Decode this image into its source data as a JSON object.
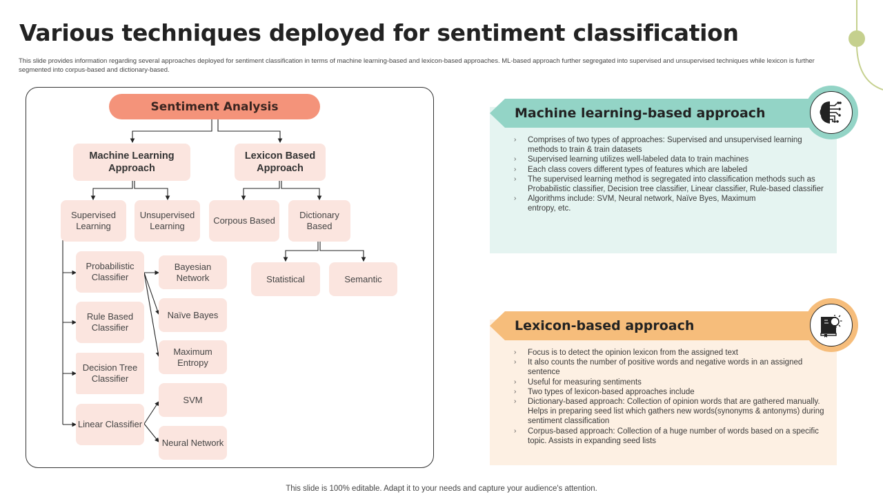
{
  "slide": {
    "title": "Various techniques deployed for sentiment classification",
    "subtitle": "This slide provides information regarding several approaches deployed for sentiment classification in terms of machine learning-based and lexicon-based approaches. ML-based approach further segregated into supervised and unsupervised techniques while lexicon is further segmented into  corpus-based and dictionary-based.",
    "footer": "This slide is 100% editable. Adapt it to your needs and capture your audience's attention."
  },
  "colors": {
    "root": "#f4937a",
    "node": "#fbe5df",
    "ml_accent": "#93d4c6",
    "ml_body": "#e5f4f1",
    "lexicon_accent": "#f6bd7b",
    "lexicon_body": "#fdf0e3",
    "decoration": "#c5d08e"
  },
  "diagram": {
    "root": "Sentiment Analysis",
    "ml_approach": "Machine Learning Approach",
    "lexicon_approach": "Lexicon Based Approach",
    "supervised": "Supervised Learning",
    "unsupervised": "Unsupervised Learning",
    "corpus": "Corpous Based",
    "dictionary": "Dictionary Based",
    "statistical": "Statistical",
    "semantic": "Semantic",
    "probabilistic": "Probabilistic Classifier",
    "rule_based": "Rule Based Classifier",
    "decision_tree": "Decision Tree Classifier",
    "linear": "Linear Classifier",
    "bayesian": "Bayesian Network",
    "naive_bayes": "Naïve Bayes",
    "max_entropy": "Maximum Entropy",
    "svm": "SVM",
    "neural": "Neural Network"
  },
  "cards": {
    "ml": {
      "title": "Machine learning-based approach",
      "icon": "brain-circuit-icon",
      "bullets": [
        "Comprises of two types of approaches: Supervised and unsupervised learning methods to train & train datasets",
        "Supervised learning utilizes well-labeled data to train machines",
        "Each class covers different types of features which are labeled",
        "The supervised learning method is segregated into classification methods such as Probabilistic classifier, Decision tree classifier, Linear classifier, Rule-based classifier",
        "Algorithms include: SVM, Neural network, Naïve Byes, Maximum entropy, etc."
      ]
    },
    "lexicon": {
      "title": "Lexicon-based approach",
      "icon": "book-lightbulb-icon",
      "bullets": [
        "Focus is to detect the opinion lexicon from the assigned text",
        "It also counts the number of positive words and negative words in an assigned sentence",
        "Useful for measuring sentiments",
        "Two types of lexicon-based approaches include",
        "Dictionary-based approach: Collection of opinion words that are gathered manually. Helps in preparing seed list which gathers new words(synonyms & antonyms) during sentiment classification",
        "Corpus-based approach: Collection of a huge number of words based on a specific topic. Assists in expanding seed lists"
      ]
    }
  },
  "bullet_glyph": "›"
}
